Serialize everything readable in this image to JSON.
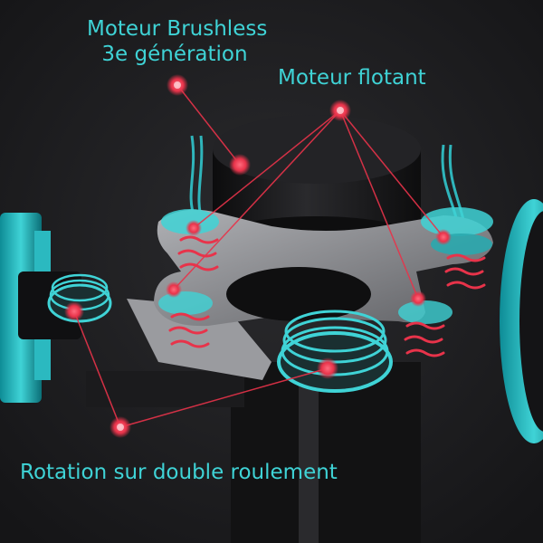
{
  "colors": {
    "background": "#1c1c1e",
    "accent_cyan": "#3fd3d6",
    "marker_red": "#e8334a",
    "metal_gray": "#8e8f93"
  },
  "labels": {
    "brushless_line1": "Moteur Brushless",
    "brushless_line2": "3e génération",
    "floating_motor": "Moteur flotant",
    "rotation": "Rotation sur double roulement"
  }
}
